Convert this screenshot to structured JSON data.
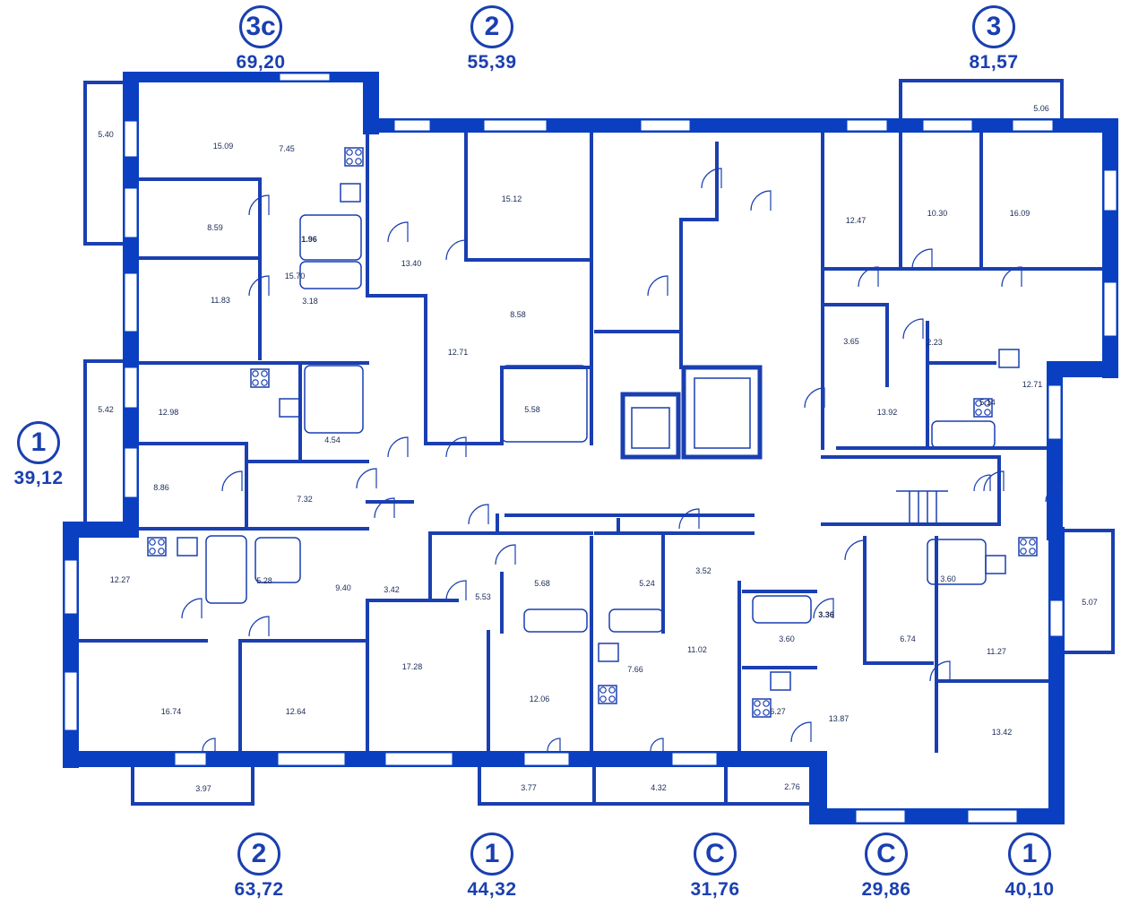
{
  "colors": {
    "wall": "#0a3fc2",
    "line": "#1a3fb0",
    "window": "#c8d4f0",
    "text": "#1a2a55"
  },
  "apartments": [
    {
      "id": "apt-top-left",
      "badge": "3с",
      "area": "69,20"
    },
    {
      "id": "apt-top-center",
      "badge": "2",
      "area": "55,39"
    },
    {
      "id": "apt-top-right",
      "badge": "3",
      "area": "81,57"
    },
    {
      "id": "apt-left",
      "badge": "1",
      "area": "39,12"
    },
    {
      "id": "apt-bottom-1",
      "badge": "2",
      "area": "63,72"
    },
    {
      "id": "apt-bottom-2",
      "badge": "1",
      "area": "44,32"
    },
    {
      "id": "apt-bottom-3",
      "badge": "С",
      "area": "31,76"
    },
    {
      "id": "apt-bottom-4",
      "badge": "С",
      "area": "29,86"
    },
    {
      "id": "apt-bottom-5",
      "badge": "1",
      "area": "40,10"
    }
  ],
  "rooms": [
    "5.40",
    "15.09",
    "7.45",
    "8.59",
    "1.96",
    "15.70",
    "3.18",
    "11.83",
    "13.40",
    "15.12",
    "8.58",
    "12.71",
    "5.58",
    "12.47",
    "10.30",
    "16.09",
    "5.06",
    "3.65",
    "2.23",
    "13.92",
    "5.14",
    "12.71",
    "5.42",
    "12.98",
    "4.54",
    "8.86",
    "7.32",
    "12.27",
    "5.28",
    "9.40",
    "3.42",
    "16.74",
    "12.64",
    "3.97",
    "17.28",
    "5.53",
    "5.68",
    "12.06",
    "3.77",
    "5.24",
    "3.52",
    "11.02",
    "7.66",
    "4.32",
    "3.36",
    "3.60",
    "6.27",
    "13.87",
    "2.76",
    "3.60",
    "6.74",
    "11.27",
    "5.07",
    "13.42"
  ]
}
